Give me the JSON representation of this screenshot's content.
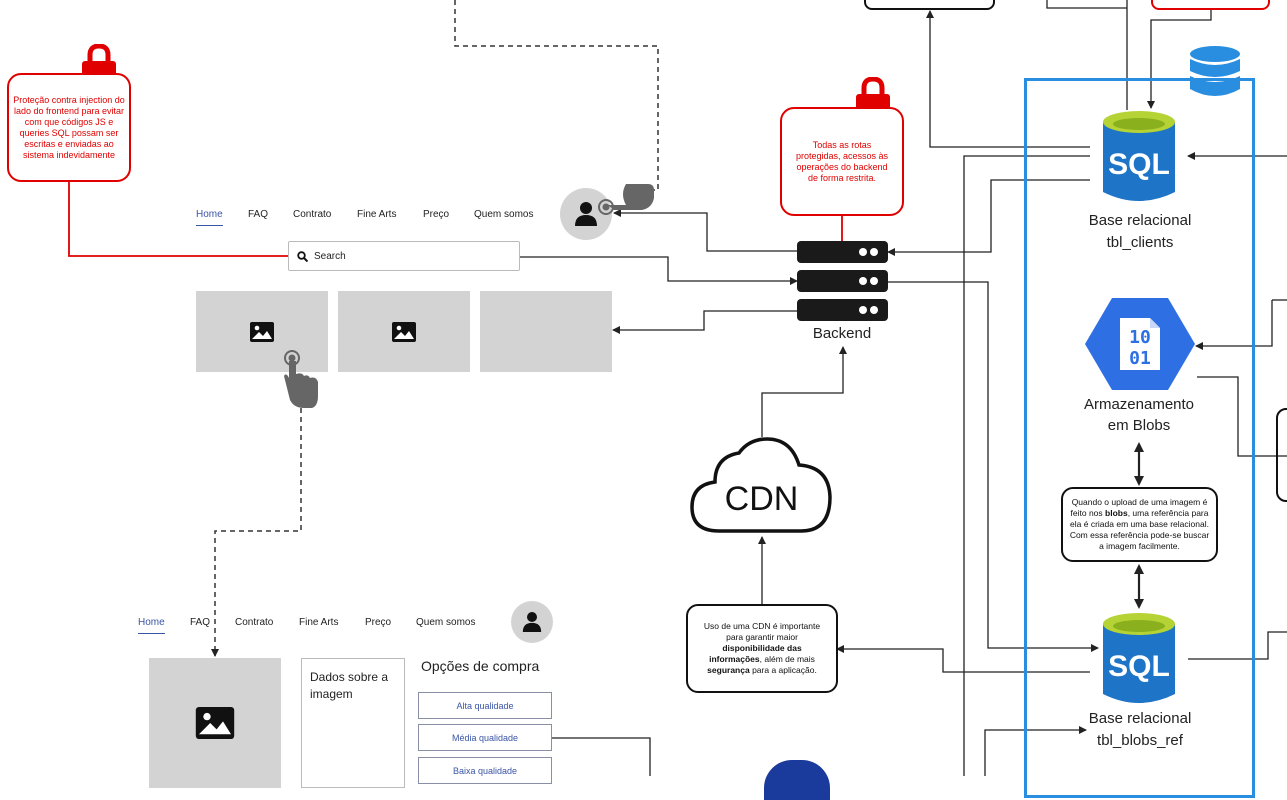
{
  "notes": {
    "injection": "Proteção contra injection do lado do frontend para evitar com que códigos JS e queries SQL possam ser escritas e enviadas ao sistema indevidamente",
    "routes": "Todas as rotas protegidas, acessos às operações do backend de forma restrita.",
    "cdn_note_pre": "Uso de uma CDN é importante para garantir maior ",
    "cdn_note_b1": "disponibilidade das informações",
    "cdn_note_mid": ", além de mais ",
    "cdn_note_b2": "segurança",
    "cdn_note_post": " para a aplicação.",
    "blob_note_pre": "Quando o upload de uma imagem é feito nos ",
    "blob_note_b": "blobs",
    "blob_note_post": ", uma referência para ela é criada em uma base relacional. Com essa referência pode-se buscar a imagem facilmente."
  },
  "nav_top": [
    "Home",
    "FAQ",
    "Contrato",
    "Fine Arts",
    "Preço",
    "Quem somos"
  ],
  "nav_bottom": [
    "Home",
    "FAQ",
    "Contrato",
    "Fine Arts",
    "Preço",
    "Quem somos"
  ],
  "search": {
    "placeholder": "Search"
  },
  "detail": {
    "data_box": "Dados sobre a imagem",
    "options_title": "Opções de compra",
    "options": [
      "Alta qualidade",
      "Média qualidade",
      "Baixa qualidade"
    ]
  },
  "backend": {
    "label": "Backend"
  },
  "cdn": {
    "text": "CDN"
  },
  "storage": {
    "sql1_icon_text": "SQL",
    "sql1_label_1": "Base relacional",
    "sql1_label_2": "tbl_clients",
    "blob_icon_text_1": "10",
    "blob_icon_text_2": "01",
    "blob_label_1": "Armazenamento",
    "blob_label_2": "em Blobs",
    "sql2_icon_text": "SQL",
    "sql2_label_1": "Base relacional",
    "sql2_label_2": "tbl_blobs_ref"
  },
  "colors": {
    "red": "#e00000",
    "blue_container": "#2a8ee0",
    "sql_blue": "#1e74c6",
    "sql_lid": "#b5d334",
    "nav_active": "#3a55a6"
  }
}
